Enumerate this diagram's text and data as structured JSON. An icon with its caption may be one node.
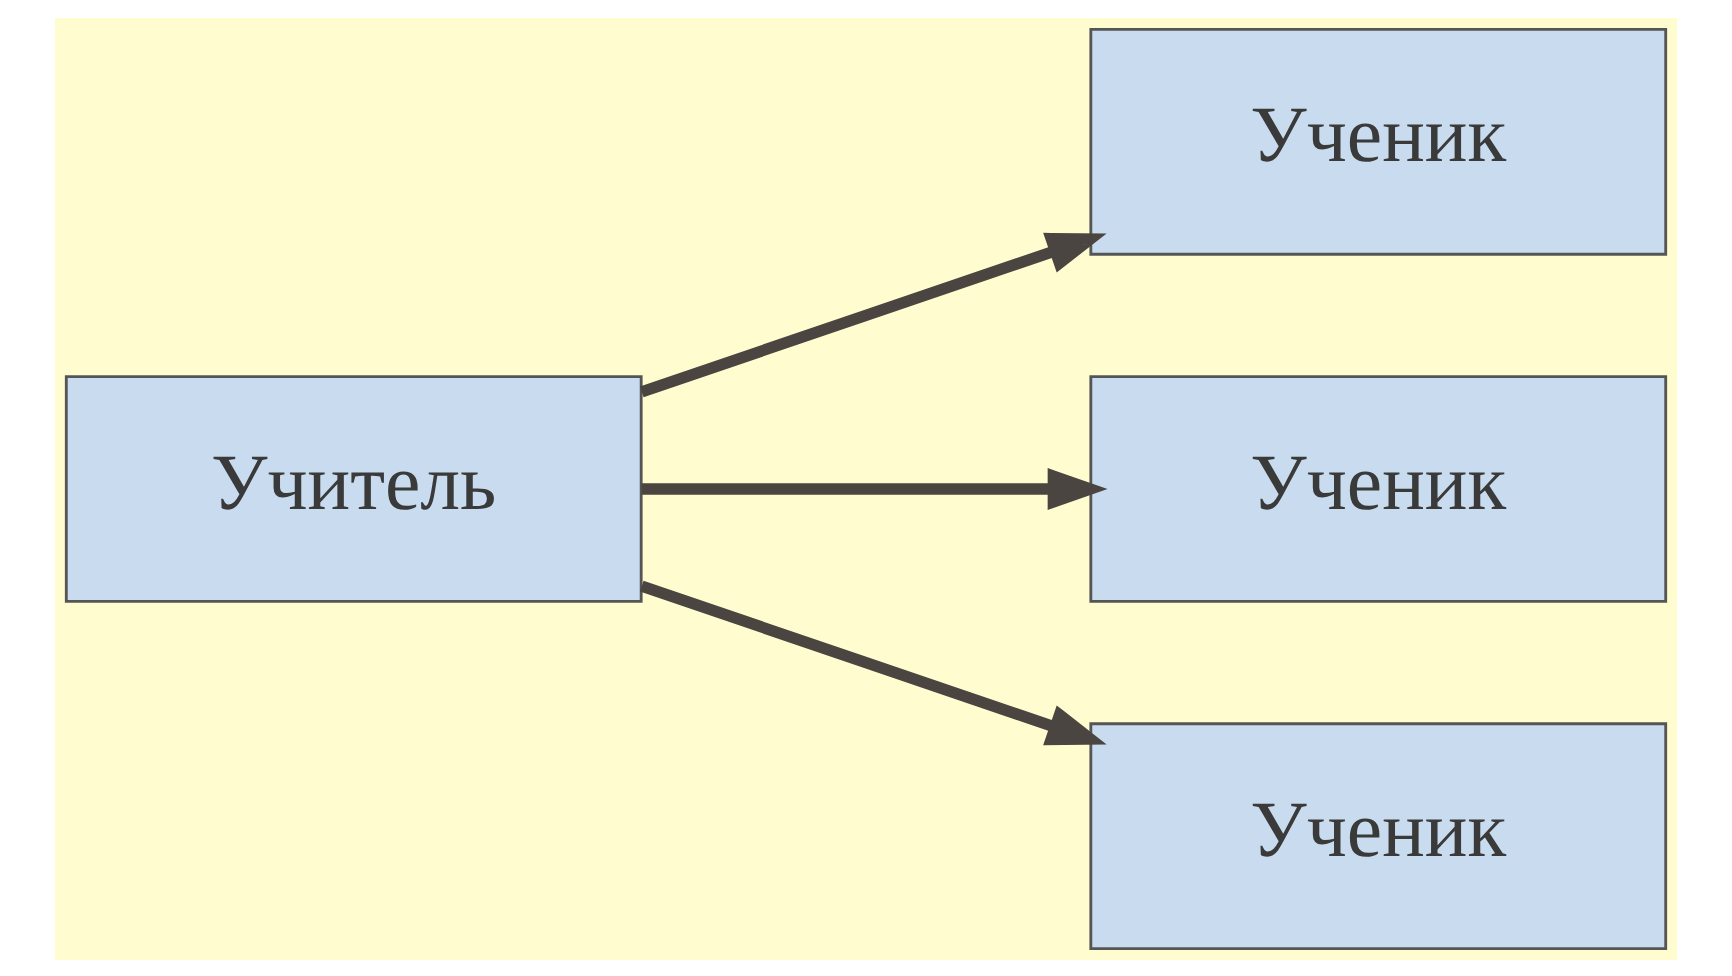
{
  "diagram": {
    "nodes": [
      {
        "text": [
          "Учитель"
        ]
      },
      {
        "text": [
          "Ученик"
        ]
      },
      {
        "text": [
          "Ученик"
        ]
      },
      {
        "text": [
          "Ученик"
        ]
      }
    ],
    "edges": [
      {
        "from": 0,
        "to": 1,
        "arrow": "to"
      },
      {
        "from": 0,
        "to": 2,
        "arrow": "to"
      },
      {
        "from": 0,
        "to": 3,
        "arrow": "to"
      }
    ]
  }
}
